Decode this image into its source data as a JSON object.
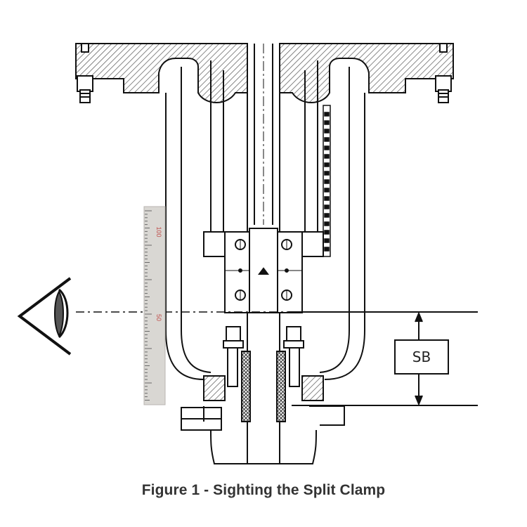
{
  "figure": {
    "caption": "Figure 1 - Sighting the Split Clamp",
    "dimension_label": "SB",
    "ruler_labels": [
      "100",
      "50"
    ]
  },
  "colors": {
    "line": "#111111",
    "hatch": "#555555",
    "ruler_fill": "#d9d7d3",
    "ruler_text": "#c0504d",
    "caption": "#333333"
  },
  "icons": [
    "eye-icon",
    "sight-line",
    "ruler",
    "split-clamp",
    "packing-gland",
    "flange"
  ]
}
